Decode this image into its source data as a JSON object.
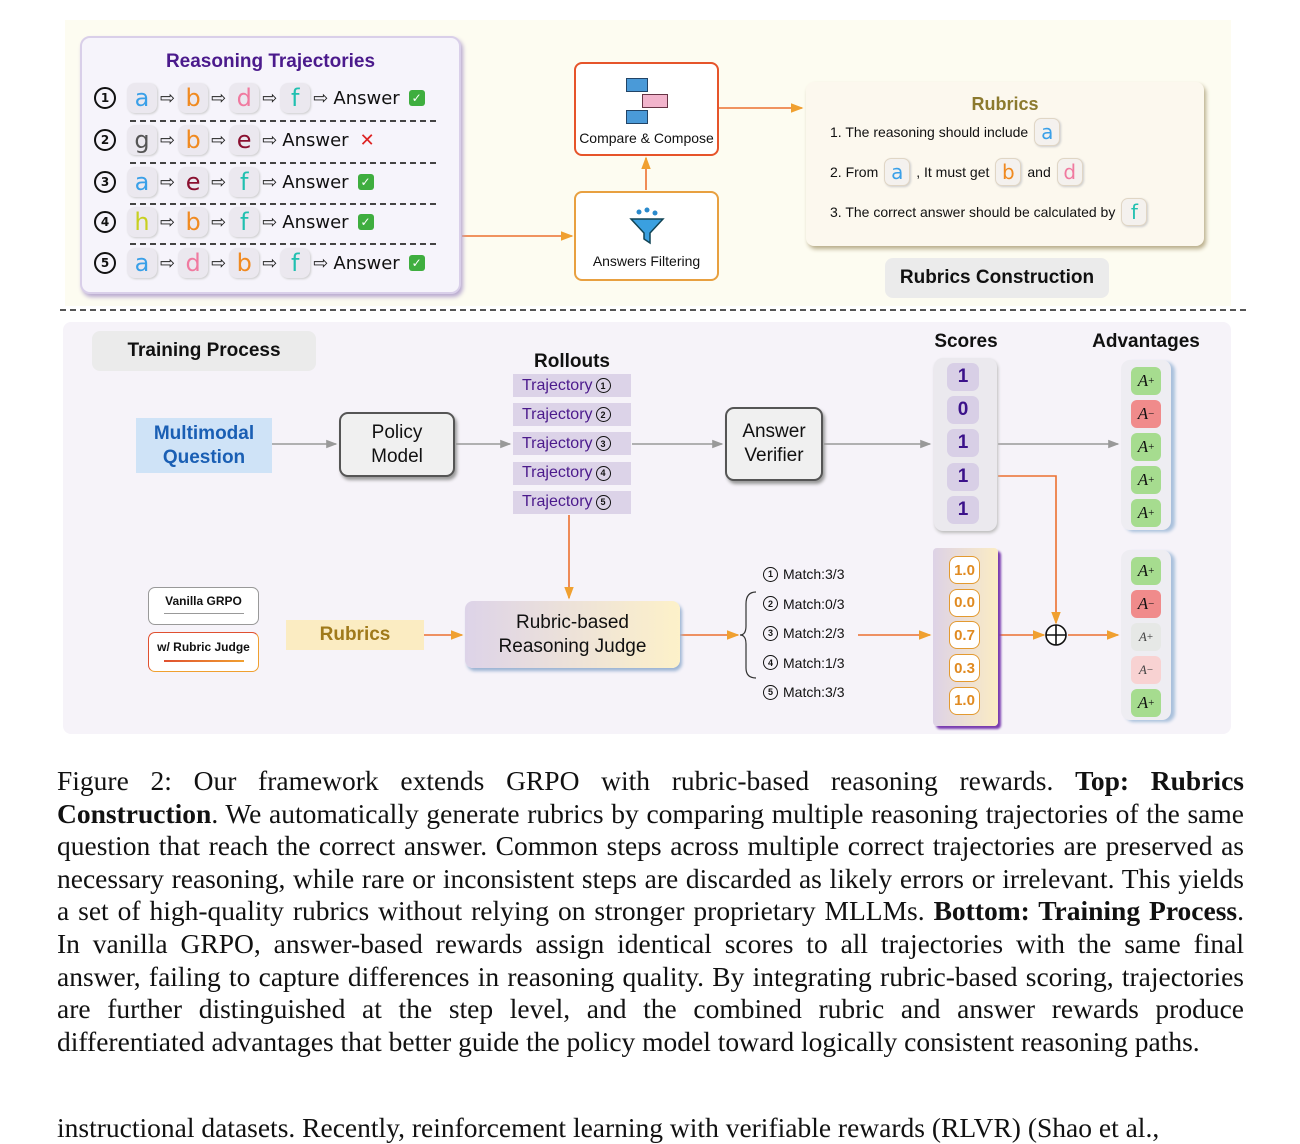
{
  "top": {
    "trajectories_title": "Reasoning Trajectories",
    "rows": [
      {
        "num": "1",
        "steps": [
          {
            "l": "a",
            "c": "#3aa0e8"
          },
          {
            "l": "b",
            "c": "#f08a20"
          },
          {
            "l": "d",
            "c": "#f07aa0"
          },
          {
            "l": "f",
            "c": "#20c0b0"
          }
        ],
        "answer": "Answer",
        "correct": true
      },
      {
        "num": "2",
        "steps": [
          {
            "l": "g",
            "c": "#555555"
          },
          {
            "l": "b",
            "c": "#f08a20"
          },
          {
            "l": "e",
            "c": "#8a1030"
          }
        ],
        "answer": "Answer",
        "correct": false
      },
      {
        "num": "3",
        "steps": [
          {
            "l": "a",
            "c": "#3aa0e8"
          },
          {
            "l": "e",
            "c": "#8a1030"
          },
          {
            "l": "f",
            "c": "#20c0b0"
          }
        ],
        "answer": "Answer",
        "correct": true
      },
      {
        "num": "4",
        "steps": [
          {
            "l": "h",
            "c": "#c8d020"
          },
          {
            "l": "b",
            "c": "#f08a20"
          },
          {
            "l": "f",
            "c": "#20c0b0"
          }
        ],
        "answer": "Answer",
        "correct": true
      },
      {
        "num": "5",
        "steps": [
          {
            "l": "a",
            "c": "#3aa0e8"
          },
          {
            "l": "d",
            "c": "#f07aa0"
          },
          {
            "l": "b",
            "c": "#f08a20"
          },
          {
            "l": "f",
            "c": "#20c0b0"
          }
        ],
        "answer": "Answer",
        "correct": true
      }
    ],
    "compose_label": "Compare & Compose",
    "filter_label": "Answers Filtering",
    "rubrics": {
      "title": "Rubrics",
      "line1": "1. The reasoning should include",
      "line2a": "2. From",
      "line2b": ", It must get",
      "line2c": "and",
      "line3": "3. The correct answer should be calculated by",
      "chips": [
        "a",
        "a",
        "b",
        "d",
        "f"
      ]
    },
    "section_label": "Rubrics Construction"
  },
  "bottom": {
    "section_label": "Training Process",
    "question": "Multimodal Question",
    "policy": "Policy Model",
    "rollouts_title": "Rollouts",
    "trajectory_label": "Trajectory",
    "trajectory_nums": [
      "1",
      "2",
      "3",
      "4",
      "5"
    ],
    "verifier": "Answer Verifier",
    "scores_title": "Scores",
    "scores": [
      "1",
      "0",
      "1",
      "1",
      "1"
    ],
    "advantages_title": "Advantages",
    "advantages_top": [
      {
        "s": "+",
        "strong": true
      },
      {
        "s": "−",
        "strong": true
      },
      {
        "s": "+",
        "strong": true
      },
      {
        "s": "+",
        "strong": true
      },
      {
        "s": "+",
        "strong": true
      }
    ],
    "advantages_bottom": [
      {
        "s": "+",
        "strong": true
      },
      {
        "s": "−",
        "strong": true
      },
      {
        "s": "+",
        "strong": false
      },
      {
        "s": "−",
        "strong": false
      },
      {
        "s": "+",
        "strong": true
      }
    ],
    "advantage_letter": "A",
    "legend": {
      "vanilla": "Vanilla GRPO",
      "rubric": "w/ Rubric Judge"
    },
    "rubrics_label": "Rubrics",
    "judge": "Rubric-based Reasoning Judge",
    "matches": [
      "Match:3/3",
      "Match:0/3",
      "Match:2/3",
      "Match:1/3",
      "Match:3/3"
    ],
    "rubric_scores": [
      "1.0",
      "0.0",
      "0.7",
      "0.3",
      "1.0"
    ],
    "colors": {
      "positive": "#a6dc8f",
      "negative": "#f08b8b",
      "positive_weak": "#e6e8e6",
      "negative_weak": "#f8d2d2",
      "vanilla_line": "#999999",
      "rubric_line": "#f0a030"
    }
  },
  "caption": {
    "p1": "Figure 2: Our framework extends GRPO with rubric-based reasoning rewards. ",
    "b1": "Top: Rubrics Construction",
    "p2": ". We automatically generate rubrics by comparing multiple reasoning trajectories of the same question that reach the correct answer. Common steps across multiple correct trajectories are preserved as necessary reasoning, while rare or inconsistent steps are discarded as likely errors or irrelevant. This yields a set of high-quality rubrics without relying on stronger proprietary MLLMs. ",
    "b2": "Bottom: Training Process",
    "p3": ". In vanilla GRPO, answer-based rewards assign identical scores to all trajectories with the same final answer, failing to capture differences in reasoning quality. By integrating rubric-based scoring, trajectories are further distinguished at the step level, and the combined rubric and answer rewards produce differentiated advantages that better guide the policy model toward logically consistent reasoning paths."
  },
  "next_line": "instructional datasets. Recently, reinforcement learning with verifiable rewards (RLVR) (Shao et al.,"
}
